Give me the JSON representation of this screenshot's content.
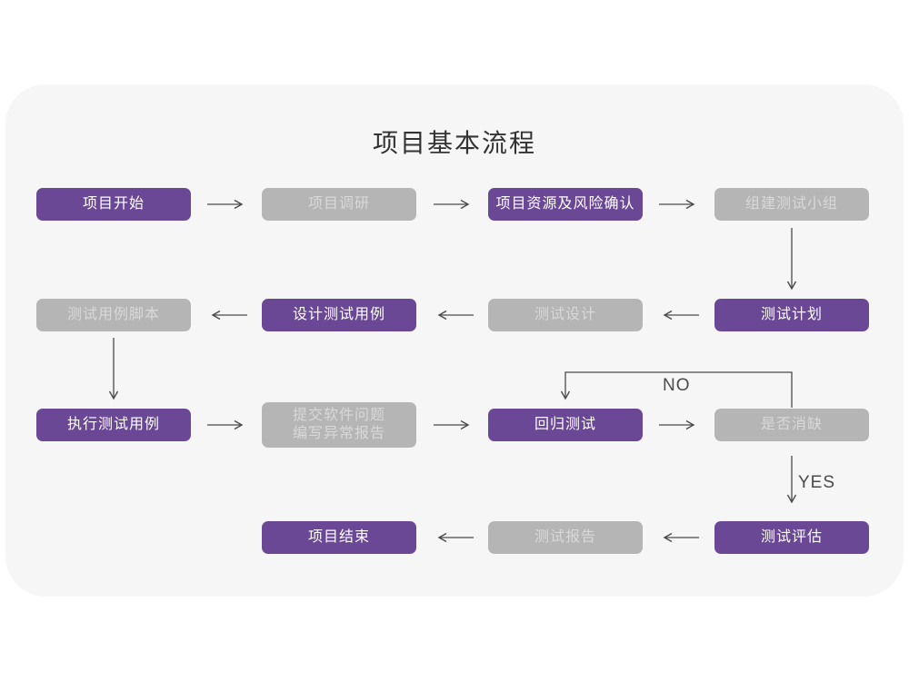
{
  "title": "项目基本流程",
  "colors": {
    "page_background": "#ffffff",
    "card_background": "#f6f6f7",
    "node_purple": "#6a4896",
    "node_gray": "#b5b5b5",
    "purple_node_text": "#ffffff",
    "gray_node_text": "#d8d8d8",
    "arrow": "#4a4a4a",
    "title_text": "#333333"
  },
  "nodes": {
    "project_start": {
      "label": "项目开始",
      "variant": "purple"
    },
    "project_research": {
      "label": "项目调研",
      "variant": "gray"
    },
    "resource_risk": {
      "label": "项目资源及风险确认",
      "variant": "purple"
    },
    "build_test_team": {
      "label": "组建测试小组",
      "variant": "gray"
    },
    "test_plan": {
      "label": "测试计划",
      "variant": "purple"
    },
    "test_design": {
      "label": "测试设计",
      "variant": "gray"
    },
    "design_test_case": {
      "label": "设计测试用例",
      "variant": "purple"
    },
    "test_case_script": {
      "label": "测试用例脚本",
      "variant": "gray"
    },
    "execute_test_case": {
      "label": "执行测试用例",
      "variant": "purple"
    },
    "submit_issue": {
      "line1": "提交软件问题",
      "line2": "编写异常报告",
      "variant": "gray"
    },
    "regression_test": {
      "label": "回归测试",
      "variant": "purple"
    },
    "defect_cleared": {
      "label": "是否消缺",
      "variant": "gray"
    },
    "test_evaluation": {
      "label": "测试评估",
      "variant": "purple"
    },
    "test_report": {
      "label": "测试报告",
      "variant": "gray"
    },
    "project_end": {
      "label": "项目结束",
      "variant": "purple"
    }
  },
  "edge_labels": {
    "no": "NO",
    "yes": "YES"
  },
  "edges": [
    {
      "from": "project_start",
      "to": "project_research"
    },
    {
      "from": "project_research",
      "to": "resource_risk"
    },
    {
      "from": "resource_risk",
      "to": "build_test_team"
    },
    {
      "from": "build_test_team",
      "to": "test_plan"
    },
    {
      "from": "test_plan",
      "to": "test_design"
    },
    {
      "from": "test_design",
      "to": "design_test_case"
    },
    {
      "from": "design_test_case",
      "to": "test_case_script"
    },
    {
      "from": "test_case_script",
      "to": "execute_test_case"
    },
    {
      "from": "execute_test_case",
      "to": "submit_issue"
    },
    {
      "from": "submit_issue",
      "to": "regression_test"
    },
    {
      "from": "regression_test",
      "to": "defect_cleared"
    },
    {
      "from": "defect_cleared",
      "to": "regression_test",
      "label": "NO"
    },
    {
      "from": "defect_cleared",
      "to": "test_evaluation",
      "label": "YES"
    },
    {
      "from": "test_evaluation",
      "to": "test_report"
    },
    {
      "from": "test_report",
      "to": "project_end"
    }
  ]
}
